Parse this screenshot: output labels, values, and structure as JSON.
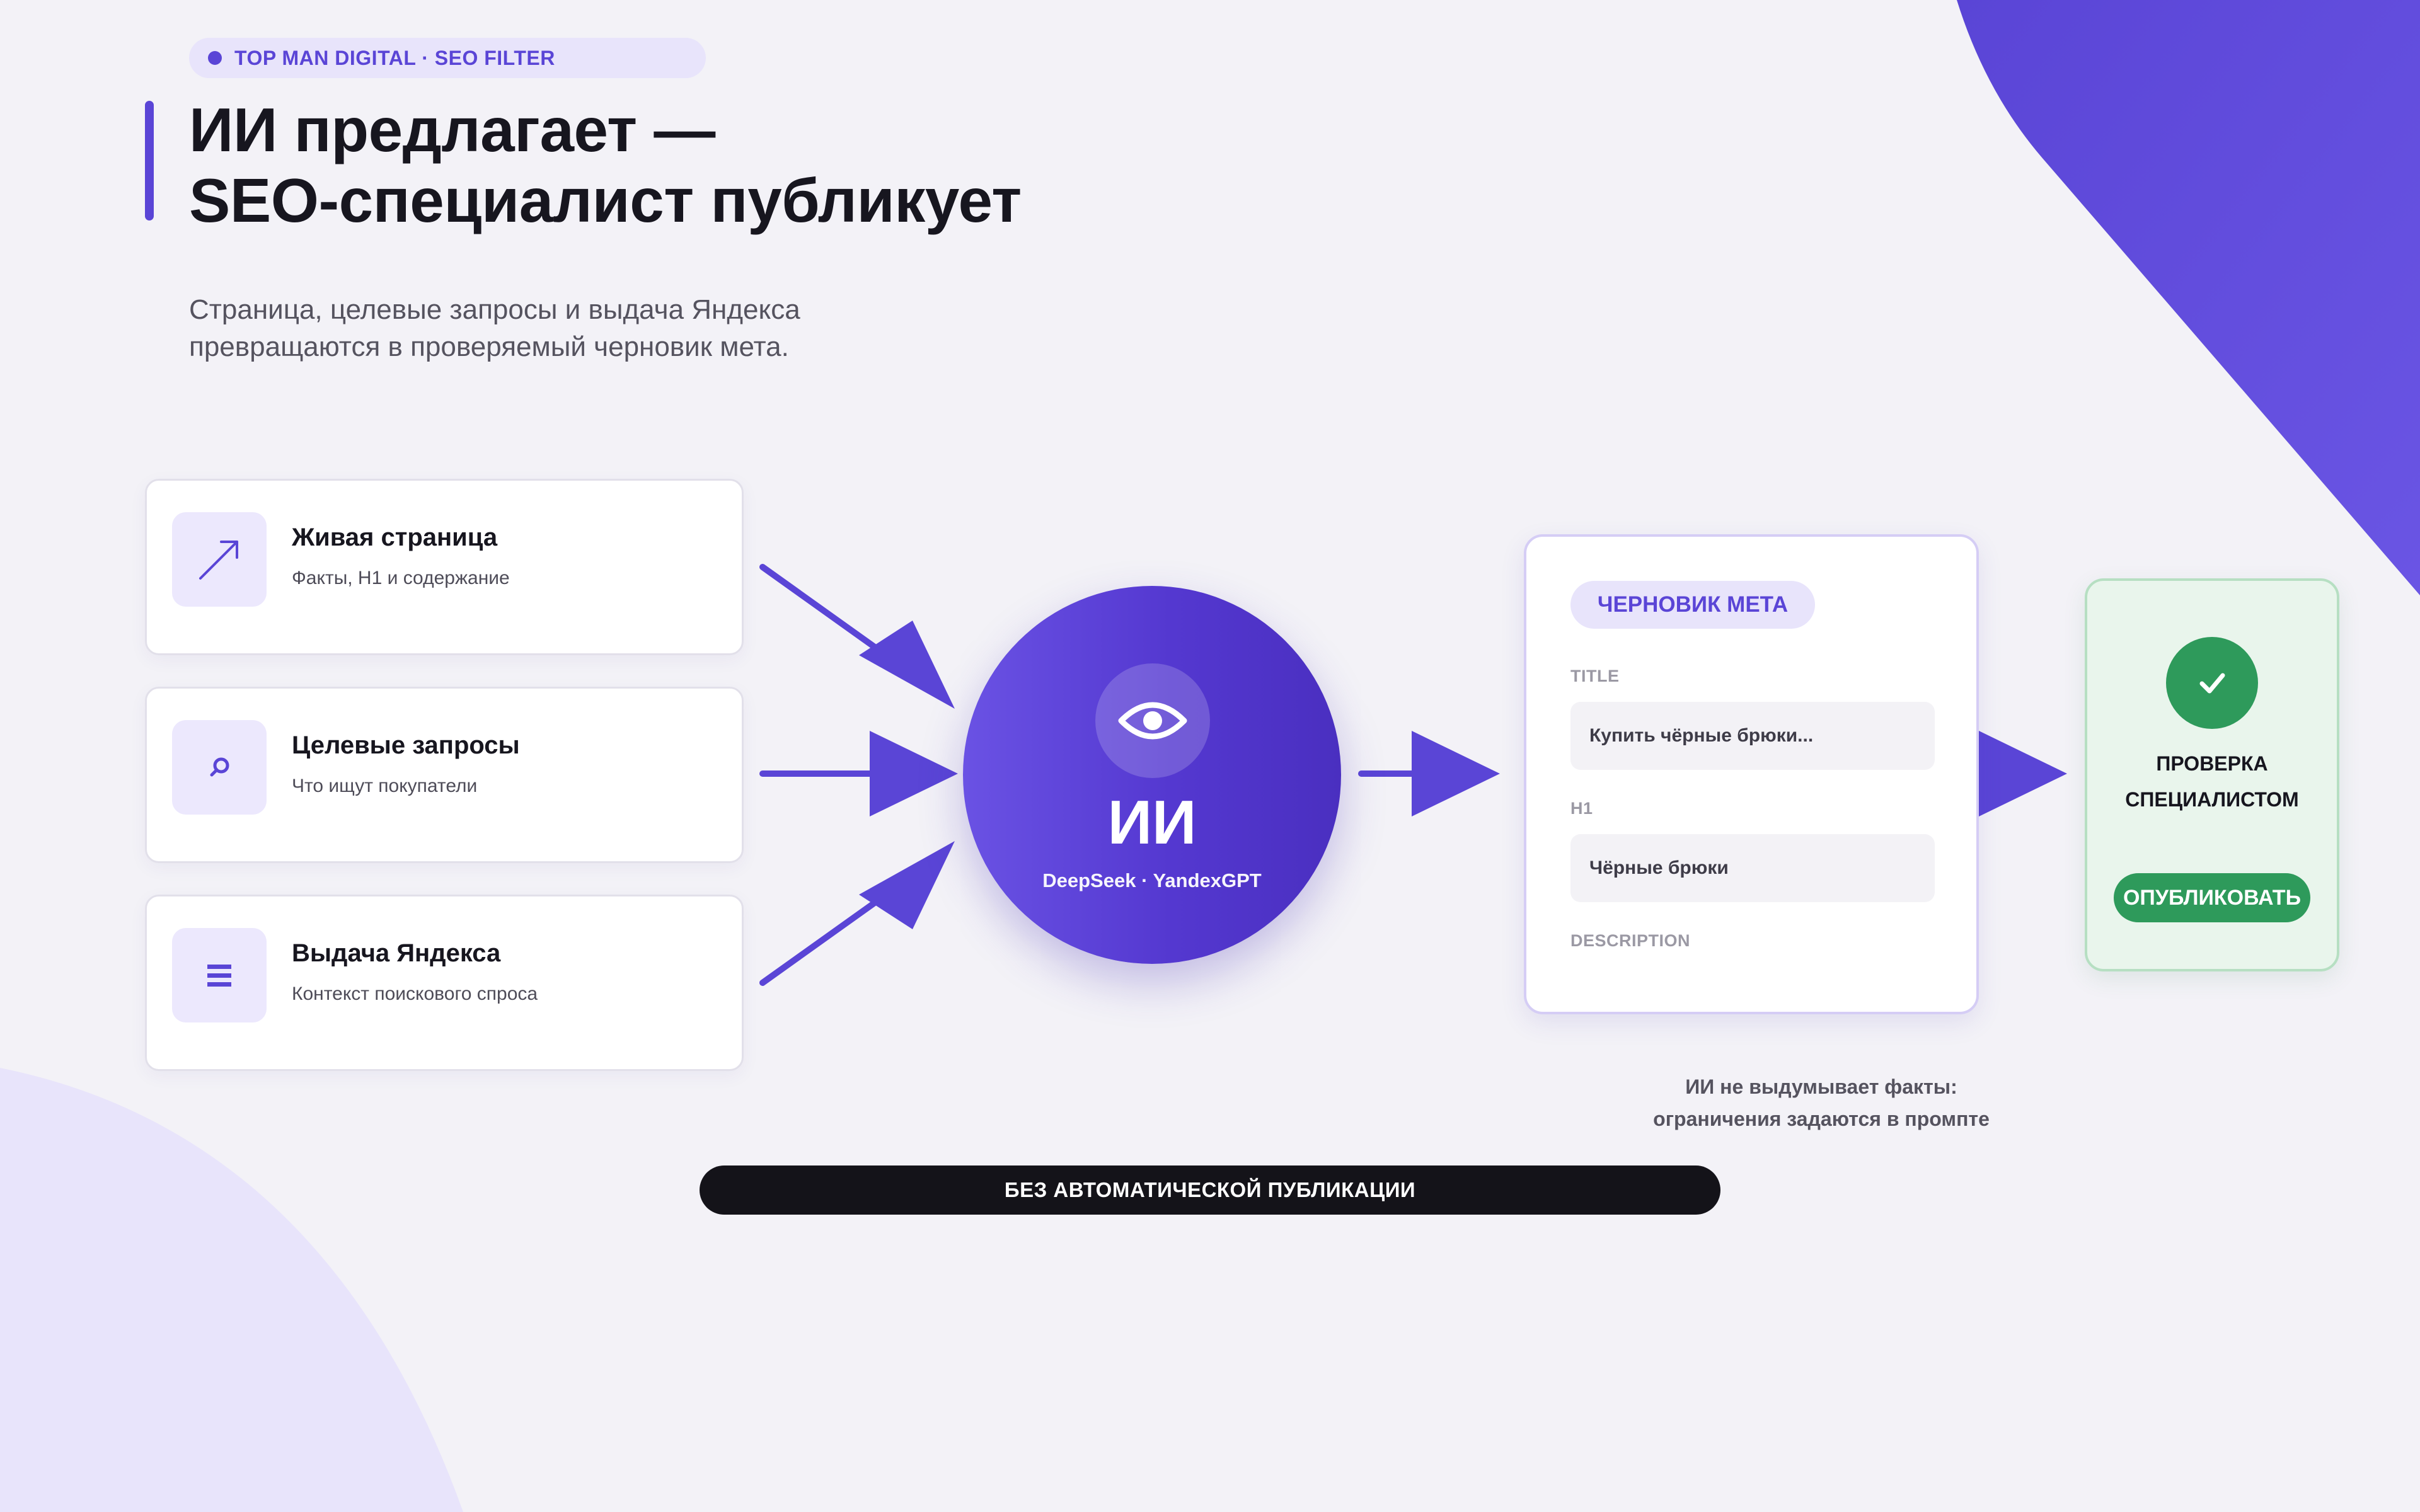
{
  "badge": {
    "text": "TOP MAN DIGITAL · SEO FILTER"
  },
  "header": {
    "title_line1": "ИИ предлагает —",
    "title_line2": "SEO-специалист публикует",
    "subtitle_line1": "Страница, целевые запросы и выдача Яндекса",
    "subtitle_line2": "превращаются в проверяемый черновик мета."
  },
  "inputs": [
    {
      "icon": "arrow-up-right-icon",
      "title": "Живая страница",
      "desc": "Факты, H1 и содержание"
    },
    {
      "icon": "search-icon",
      "title": "Целевые запросы",
      "desc": "Что ищут покупатели"
    },
    {
      "icon": "list-icon",
      "title": "Выдача Яндекса",
      "desc": "Контекст поискового спроса"
    }
  ],
  "ai": {
    "icon": "eye-icon",
    "title": "ИИ",
    "subtitle": "DeepSeek · YandexGPT"
  },
  "draft": {
    "pill": "ЧЕРНОВИК МЕТА",
    "title_label": "TITLE",
    "title_value": "Купить чёрные брюки...",
    "h1_label": "H1",
    "h1_value": "Чёрные брюки",
    "description_label": "DESCRIPTION"
  },
  "review": {
    "icon": "checkmark-icon",
    "text_line1": "ПРОВЕРКА",
    "text_line2": "СПЕЦИАЛИСТОМ",
    "button": "ОПУБЛИКОВАТЬ"
  },
  "note": {
    "line1": "ИИ не выдумывает факты:",
    "line2": "ограничения задаются в промпте"
  },
  "banner": {
    "text": "БЕЗ АВТОМАТИЧЕСКОЙ ПУБЛИКАЦИИ"
  },
  "colors": {
    "accent": "#5a45d6",
    "background": "#f3f2f7",
    "success": "#2e9a5b",
    "dark": "#141319"
  }
}
